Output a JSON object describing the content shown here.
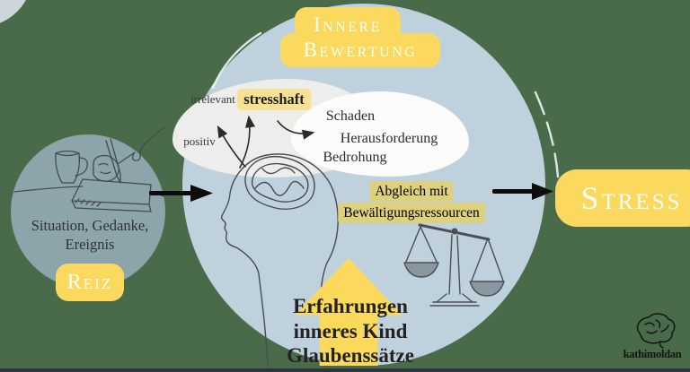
{
  "title_badge": {
    "line1": "Innere",
    "line2": "Bewertung"
  },
  "stimulus": {
    "circle_text_line1": "Situation, Gedanke,",
    "circle_text_line2": "Ereignis",
    "badge_label": "Reiz"
  },
  "appraisal_cloud": {
    "irrelevant": "irrelevant",
    "stresshaft": "stresshaft",
    "positiv": "positiv",
    "schaden": "Schaden",
    "herausforderung": "Herausforderung",
    "bedrohung": "Bedrohung"
  },
  "coping_check": {
    "line1": "Abgleich mit",
    "line2": "Bewältigungsressourcen"
  },
  "outcome_badge": {
    "label": "Stress"
  },
  "influences": {
    "line1": "Erfahrungen",
    "line2": "inneres Kind",
    "line3": "Glaubenssätze"
  },
  "watermark": {
    "text": "kathimoldan"
  },
  "colors": {
    "background_green": "#4a6b4a",
    "main_circle_blue": "#bfd1dd",
    "stimulus_circle_gray": "#8da4aa",
    "badge_yellow": "#fbd95e",
    "highlight_yellow": "#f6e195",
    "highlight_yellow_muted": "#ddd180",
    "badge_text_white": "#fdfdf6",
    "dark_text": "#1e1e1e"
  }
}
